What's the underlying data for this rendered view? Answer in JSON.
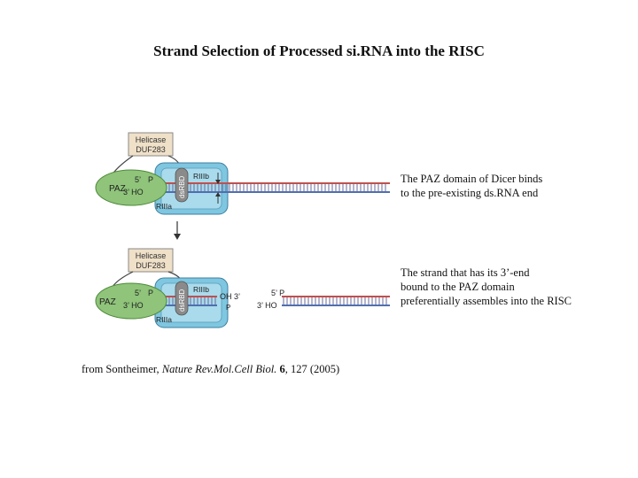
{
  "title": "Strand Selection of Processed si.RNA into the RISC",
  "captions": {
    "top": [
      "The PAZ domain of Dicer binds",
      "to the pre-existing ds.RNA end"
    ],
    "bottom": [
      "The strand that has its 3’-end",
      "bound to the PAZ domain",
      "preferentially assembles into the RISC"
    ]
  },
  "source": {
    "prefix": "from Sontheimer, ",
    "journal": "Nature Rev.Mol.Cell Biol.",
    "volume": "6",
    "rest": ", 127 (2005)"
  },
  "diagram_top": {
    "helicase_line1": "Helicase",
    "helicase_line2": "DUF283",
    "paz": "PAZ",
    "five_prime": "5’",
    "three_prime_ho": "3’ HO",
    "p_label": "P",
    "rbd": "dsRBD",
    "riiib": "RIIIb",
    "riiia": "RIIIa"
  },
  "diagram_bottom": {
    "helicase_line1": "Helicase",
    "helicase_line2": "DUF283",
    "paz": "PAZ",
    "five_prime": "5’",
    "three_prime_ho": "3’ HO",
    "p_label": "P",
    "rbd": "dsRBD",
    "riiib": "RIIIb",
    "riiia": "RIIIa",
    "oh_three": "OH 3’",
    "p_small": "P",
    "five_p": "5’ P",
    "three_ho": "3’ HO"
  },
  "colors": {
    "red_strand": "#c0504d",
    "blue_strand": "#4f6fb0",
    "paz_green": "#8fc47a",
    "rnase_blue": "#7fc6e0",
    "helicase_tan": "#efe0c8"
  }
}
